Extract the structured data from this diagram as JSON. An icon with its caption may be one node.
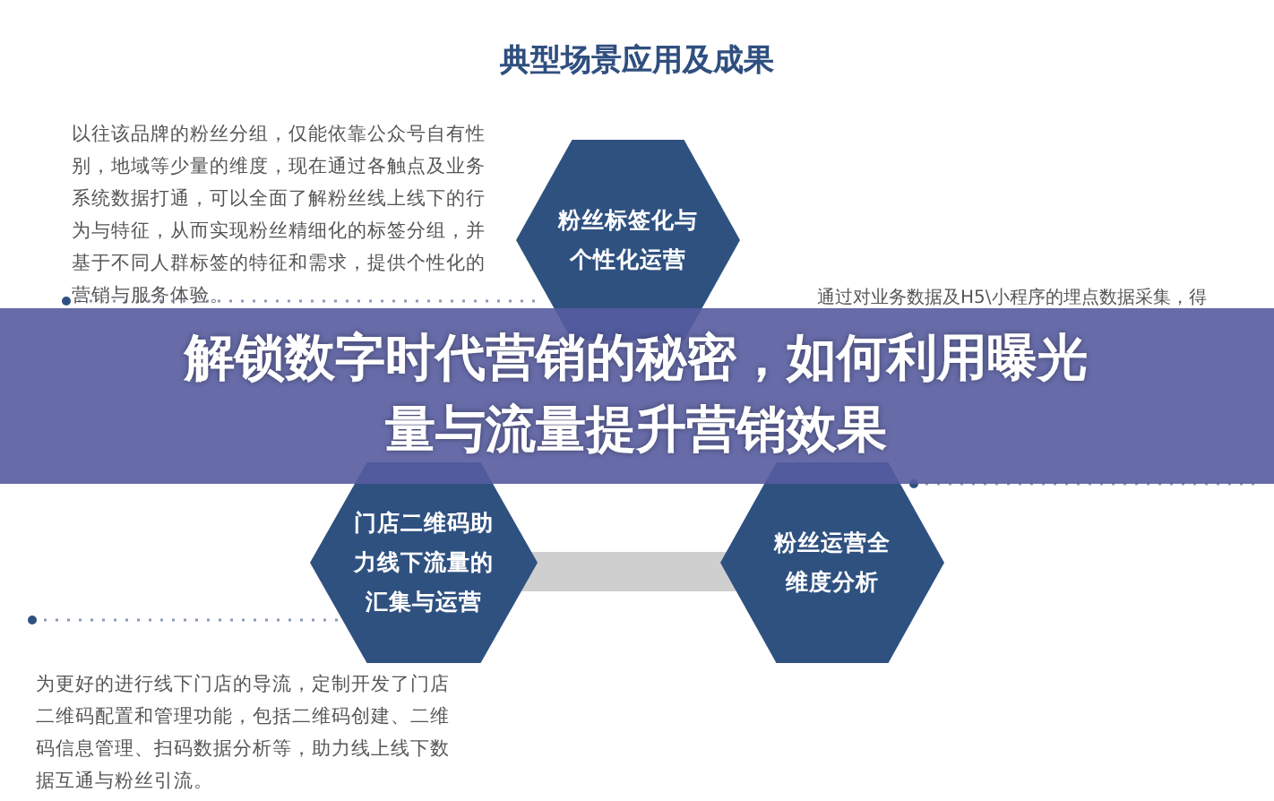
{
  "diagram": {
    "title": "典型场景应用及成果",
    "caption": "解锁数字时代营销的秘密，如何利用曝光量与流量提升营销效果",
    "nodes": [
      {
        "text": [
          "粉丝标签化与个性化运营"
        ],
        "beside": [
          "以往该品牌的粉丝分组，仅能依靠公众号自有性别，地域等少量的维度，现在通过各触点及业务系统数据打通，可以全面了解粉丝线上线下的行为与特征，从而实现粉丝精细化的标签分组，并基于不同人群标签的特征和需求，提供个性化的营销与服务体验。"
        ]
      },
      {
        "text": [
          "门店二维码助力线下流量的汇集与运营"
        ],
        "beside": [
          "为更好的进行线下门店的导流，定制开发了门店二维码配置和管理功能，包括二维码创建、二维码信息管理、扫码数据分析等，助力线上线下数据互通与粉丝引流。"
        ]
      },
      {
        "text": [
          "粉丝运营全维度分析"
        ]
      }
    ],
    "edges": [
      {
        "from": 1,
        "to": 2,
        "arrow": "none"
      }
    ],
    "labels": [
      "通过对业务数据及H5\\小程序的埋点数据采集，得"
    ]
  }
}
